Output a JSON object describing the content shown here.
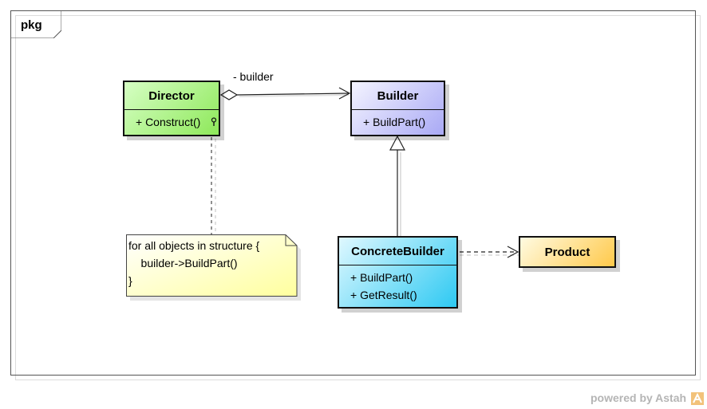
{
  "package": {
    "label": "pkg"
  },
  "classes": {
    "director": {
      "name": "Director",
      "operations": [
        "+ Construct()"
      ]
    },
    "builder": {
      "name": "Builder",
      "operations": [
        "+ BuildPart()"
      ]
    },
    "concrete_builder": {
      "name": "ConcreteBuilder",
      "operations": [
        "+ BuildPart()",
        "+ GetResult()"
      ]
    },
    "product": {
      "name": "Product"
    }
  },
  "association": {
    "role": "- builder"
  },
  "note": {
    "lines": [
      "for all objects in structure {",
      "    builder->BuildPart()",
      "}"
    ]
  },
  "footer": {
    "powered_by": "powered by Astah"
  },
  "colors": {
    "director": "#8ee85a",
    "builder": "#a9a9f5",
    "concrete_builder": "#2ec9f2",
    "product": "#ffc94a",
    "note": "#ffffc8"
  }
}
